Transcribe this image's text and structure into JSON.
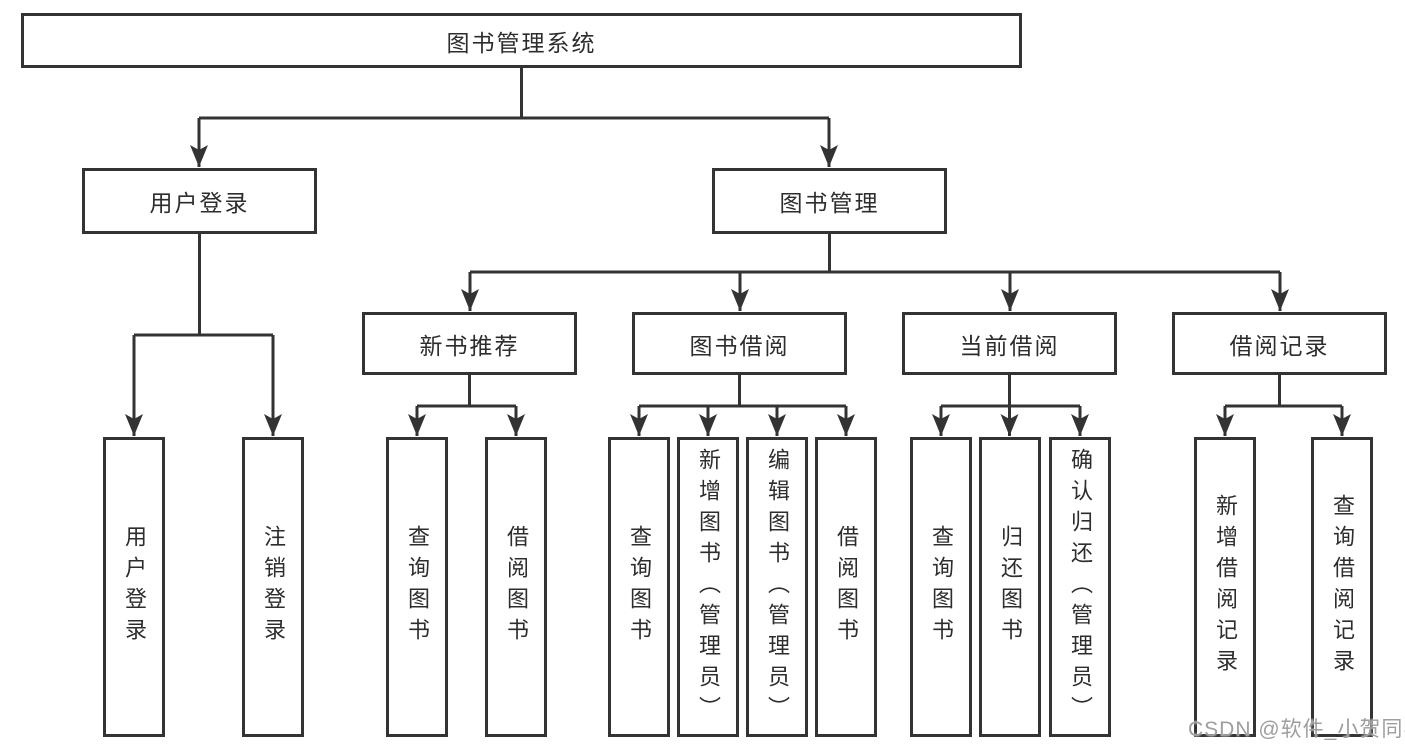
{
  "root": {
    "label": "图书管理系统"
  },
  "branches": [
    {
      "label": "用户登录",
      "leaves": [
        "用户登录",
        "注销登录"
      ]
    },
    {
      "label": "图书管理",
      "sections": [
        {
          "label": "新书推荐",
          "leaves": [
            "查询图书",
            "借阅图书"
          ]
        },
        {
          "label": "图书借阅",
          "leaves": [
            "查询图书",
            "新增图书（管理员）",
            "编辑图书（管理员）",
            "借阅图书"
          ]
        },
        {
          "label": "当前借阅",
          "leaves": [
            "查询图书",
            "归还图书",
            "确认归还（管理员）"
          ]
        },
        {
          "label": "借阅记录",
          "leaves": [
            "新增借阅记录",
            "查询借阅记录"
          ]
        }
      ]
    }
  ],
  "watermark": "CSDN @软件_小贺同学",
  "colors": {
    "line": "#333333",
    "box_border": "#333333",
    "text": "#2d2d2d",
    "watermark_text": "#9e9e9e",
    "background": "#ffffff"
  }
}
